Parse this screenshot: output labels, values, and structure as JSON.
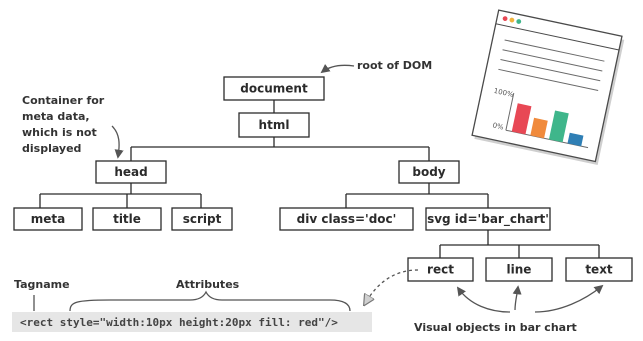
{
  "nodes": {
    "document": "document",
    "html": "html",
    "head": "head",
    "body": "body",
    "meta": "meta",
    "title": "title",
    "script": "script",
    "div": "div class='doc'",
    "svg": "svg id='bar_chart'",
    "rect": "rect",
    "line": "line",
    "text": "text"
  },
  "annotations": {
    "root": "root of DOM",
    "container": [
      "Container for",
      "meta data,",
      "which is not",
      "displayed"
    ],
    "tagname": "Tagname",
    "attributes": "Attributes",
    "visual_objects": "Visual objects in bar chart"
  },
  "code_example": "<rect style=\"width:10px height:20px fill: red\"/>",
  "thumbnail": {
    "axis_top_label": "100%",
    "axis_bottom_label": "0%",
    "bar_values": [
      0.8,
      0.5,
      0.82,
      0.3
    ],
    "bar_colors": [
      "#e84855",
      "#f08a3c",
      "#3fb68b",
      "#2f7fb5"
    ],
    "window_dots": [
      "#e84855",
      "#f0b43c",
      "#3fb68b"
    ]
  }
}
